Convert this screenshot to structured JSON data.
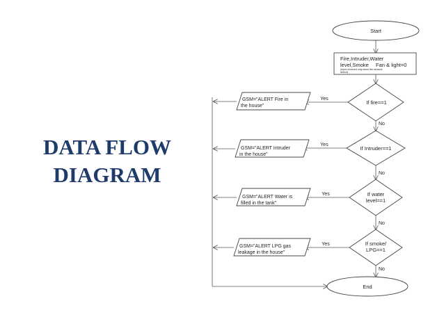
{
  "slide": {
    "title_line1": "DATA FLOW",
    "title_line2": "DIAGRAM"
  },
  "flowchart": {
    "start": "Start",
    "init": {
      "line1": "Fire,Intruder,Water",
      "line2": "level,Smoke",
      "line2b": "Fan & light=0",
      "note1": "(Input received only when the sensors",
      "note2": "detect)"
    },
    "decisions": [
      {
        "line1": "If fire==1",
        "line2": ""
      },
      {
        "line1": "If Intruder==1",
        "line2": ""
      },
      {
        "line1": "If water",
        "line2": "level==1"
      },
      {
        "line1": "If smoke/",
        "line2": "LPG==1"
      }
    ],
    "outputs": [
      {
        "line1": "GSM=\"ALERT Fire in",
        "line2": "the house\""
      },
      {
        "line1": "GSM=\"ALERT Intruder",
        "line2": "in the house\""
      },
      {
        "line1": "GSM=\"ALERT Water is",
        "line2": "filled in the tank\""
      },
      {
        "line1": "GSM=\"ALERT LPG gas",
        "line2": "leakage in the house\""
      }
    ],
    "yes_label": "Yes",
    "no_label": "No",
    "end": "End"
  }
}
